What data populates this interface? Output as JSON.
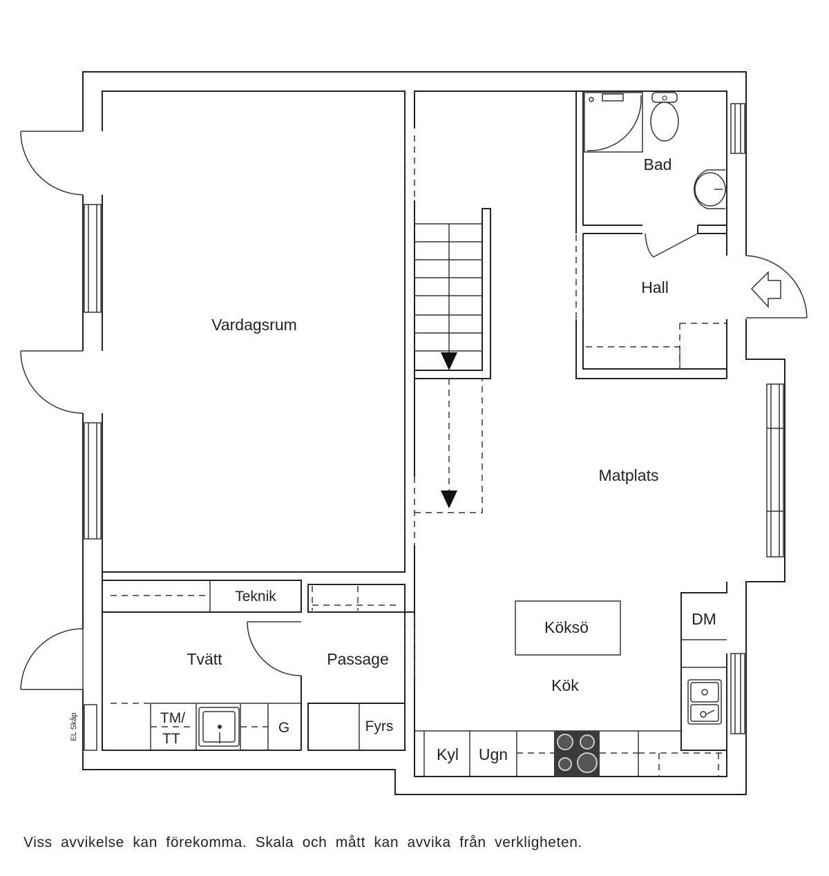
{
  "rooms": {
    "vardagsrum": "Vardagsrum",
    "bad": "Bad",
    "hall": "Hall",
    "matplats": "Matplats",
    "tvatt": "Tvätt",
    "passage": "Passage",
    "kok": "Kök"
  },
  "fixtures": {
    "teknik": "Teknik",
    "tm_line1": "TM/",
    "tm_line2": "TT",
    "g": "G",
    "fyrs": "Fyrs",
    "koksö": "Köksö",
    "dm": "DM",
    "kyl": "Kyl",
    "ugn": "Ugn",
    "el_skap": "EL Skåp"
  },
  "footer": {
    "disclaimer": "Viss avvikelse kan förekomma. Skala och mått kan avvika från verkligheten."
  },
  "colors": {
    "line": "#222222",
    "stove": "#3a3a3a",
    "background": "#ffffff"
  }
}
